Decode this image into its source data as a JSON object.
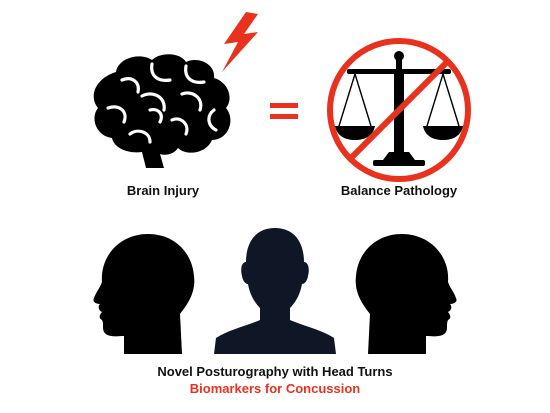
{
  "labels": {
    "brain": "Brain Injury",
    "balance": "Balance Pathology",
    "caption": "Novel Posturography with Head Turns",
    "subcaption": "Biomarkers for Concussion"
  },
  "icons": {
    "brain": "brain-icon",
    "lightning": "lightning-bolt-icon",
    "equals": "equals-sign-icon",
    "scales": "balance-scale-icon",
    "prohibited": "prohibition-sign-icon",
    "head_left": "head-profile-left-icon",
    "head_front": "head-front-icon",
    "head_right": "head-profile-right-icon"
  },
  "colors": {
    "accent": "#e8321e",
    "ink": "#000000",
    "front_head": "#0f1626"
  }
}
